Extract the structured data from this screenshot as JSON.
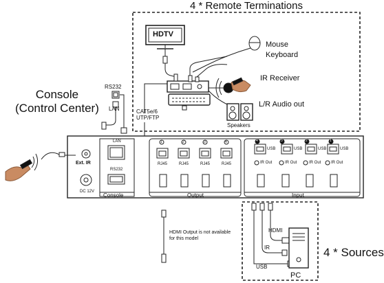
{
  "remote": {
    "title": "4 * Remote Terminations",
    "hdtv": "HDTV",
    "mouse_keyboard": "Mouse\nKeyboard",
    "ir_receiver": "IR Receiver",
    "audio": "L/R Audio out",
    "speakers": "Speakers",
    "cable": "CAT5e/6\nUTP/FTP"
  },
  "console": {
    "title": "Console\n(Control Center)",
    "rs232": "RS232",
    "lan": "LAN"
  },
  "device": {
    "ext_ir": "Ext. IR",
    "dc": "DC 12V",
    "lan_port": "LAN",
    "rs232_port": "RS232",
    "console_label": "Console",
    "output_label": "Output",
    "input_label": "Input",
    "output_ports": [
      {
        "num": "1",
        "label": "RJ45"
      },
      {
        "num": "2",
        "label": "RJ45"
      },
      {
        "num": "3",
        "label": "RJ45"
      },
      {
        "num": "4",
        "label": "RJ45"
      }
    ],
    "input_ports": [
      {
        "num": "4",
        "usb": "USB",
        "ir": "IR Out"
      },
      {
        "num": "3",
        "usb": "USB",
        "ir": "IR Out"
      },
      {
        "num": "2",
        "usb": "USB",
        "ir": "IR Out"
      },
      {
        "num": "1",
        "usb": "USB",
        "ir": "IR Out"
      }
    ]
  },
  "hdmi_note": "HDMI Output is not available\nfor this model",
  "sources": {
    "title": "4 * Sources",
    "hdmi": "HDMI",
    "ir": "IR",
    "usb": "USB",
    "pc": "PC"
  }
}
